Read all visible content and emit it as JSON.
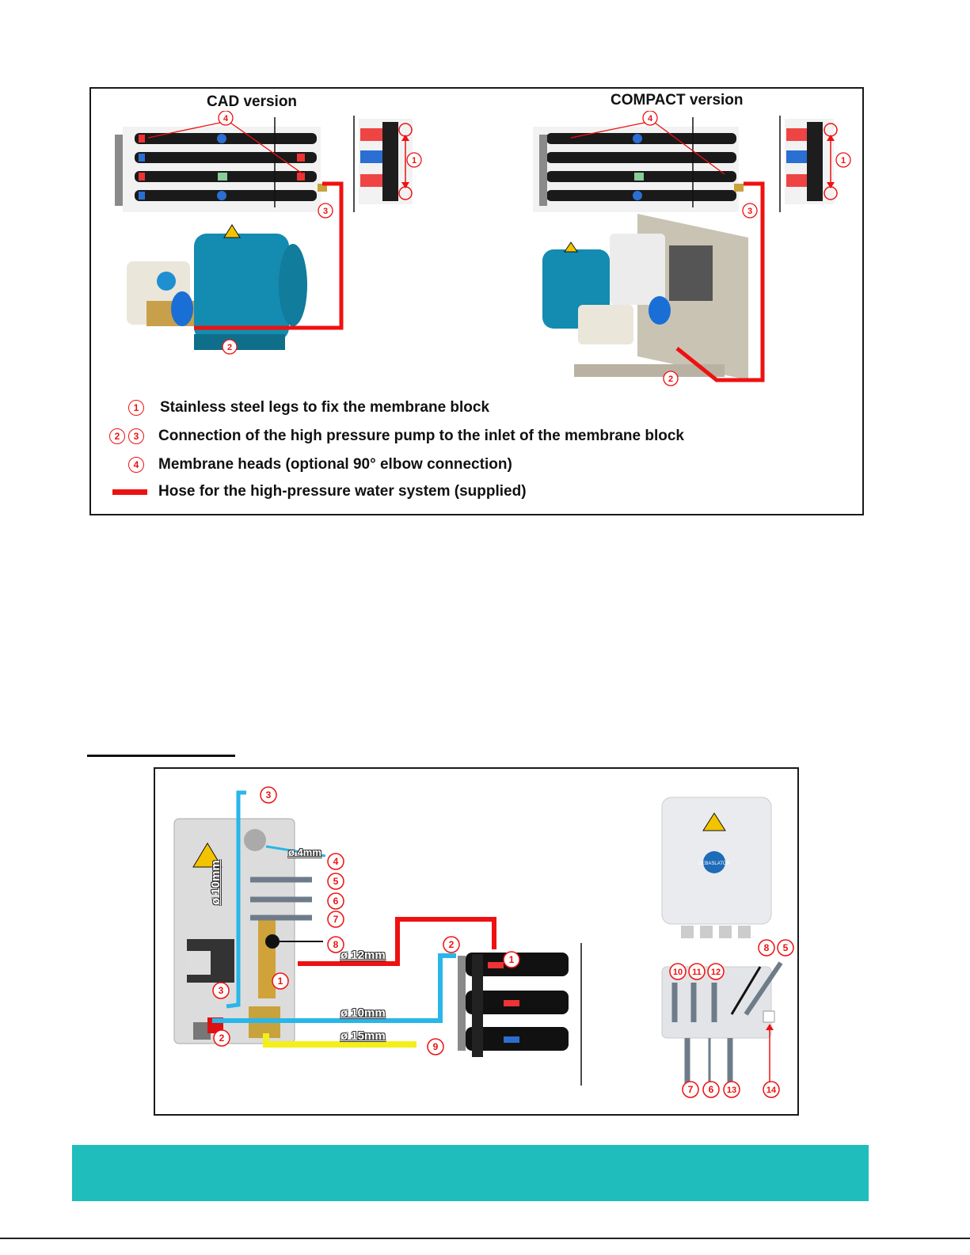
{
  "top_figure": {
    "cad_title": "CAD version",
    "compact_title": "COMPACT version",
    "callouts": {
      "one": "1",
      "two": "2",
      "three": "3",
      "four": "4"
    },
    "legend": [
      {
        "markers": [
          "1"
        ],
        "text": "Stainless steel legs to fix the membrane block"
      },
      {
        "markers": [
          "2",
          "3"
        ],
        "text": "Connection of the high pressure pump to the inlet of the membrane block"
      },
      {
        "markers": [
          "4"
        ],
        "text": "Membrane heads (optional 90° elbow connection)"
      },
      {
        "markers": [],
        "text": "Hose for the high-pressure water system (supplied)"
      }
    ]
  },
  "bottom_figure": {
    "dims": {
      "d4": "ø 4mm",
      "d10_vertical": "ø 10mm",
      "d12": "ø 12mm",
      "d10": "ø 10mm",
      "d15": "ø 15mm"
    },
    "callouts": [
      "1",
      "2",
      "3",
      "4",
      "5",
      "6",
      "7",
      "8",
      "9",
      "10",
      "11",
      "12",
      "13",
      "14"
    ],
    "logo_text": "DEBASLATOR"
  },
  "colors": {
    "callout": "#e11111",
    "hp_hose": "#ee1111",
    "blue_hose": "#29b6e8",
    "yellow_hose": "#f4ef1a",
    "band": "#1fbdbc"
  }
}
